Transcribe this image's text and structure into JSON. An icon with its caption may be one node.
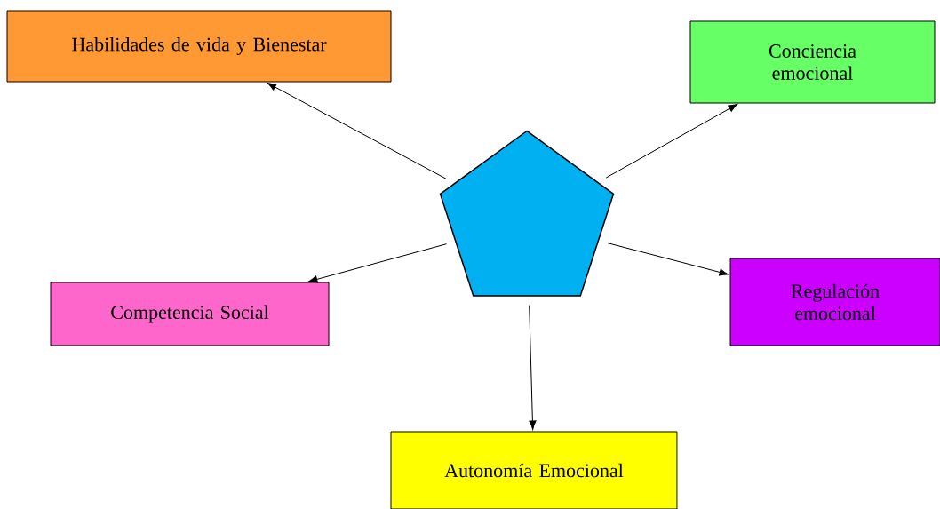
{
  "diagram": {
    "nodes": [
      {
        "text": [],
        "shape": "pentagon"
      },
      {
        "text": [
          "Habilidades de vida y Bienestar"
        ]
      },
      {
        "text": [
          "Conciencia emocional"
        ]
      },
      {
        "text": [
          "Competencia Social"
        ]
      },
      {
        "text": [
          "Regulación emocional"
        ]
      },
      {
        "text": [
          "Autonomía Emocional"
        ]
      }
    ],
    "edges": [
      {
        "from": 0,
        "to": 1,
        "arrow": "to"
      },
      {
        "from": 0,
        "to": 2,
        "arrow": "to"
      },
      {
        "from": 0,
        "to": 3,
        "arrow": "to"
      },
      {
        "from": 0,
        "to": 4,
        "arrow": "to"
      },
      {
        "from": 0,
        "to": 5,
        "arrow": "to"
      }
    ]
  }
}
